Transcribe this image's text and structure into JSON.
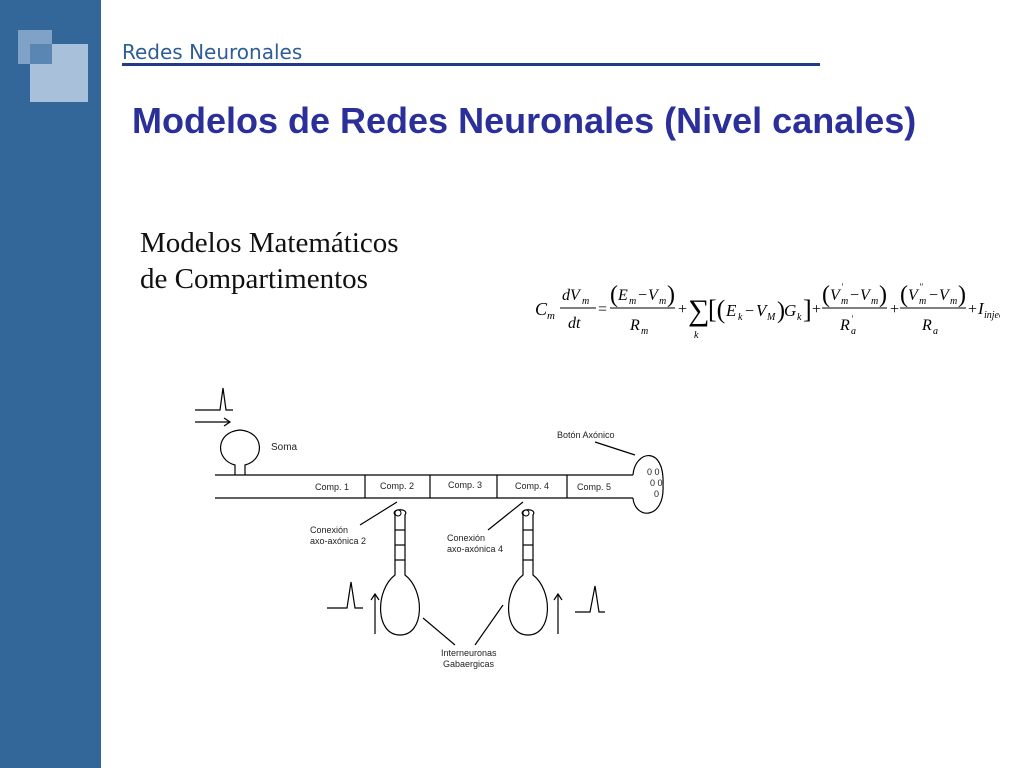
{
  "header": {
    "section_label": "Redes Neuronales",
    "title": "Modelos de Redes Neuronales (Nivel canales)"
  },
  "content": {
    "subtitle_line1": "Modelos Matemáticos",
    "subtitle_line2": "de Compartimentos"
  },
  "equation": {
    "text": "C_m dV_m/dt = (E_m − V_m)/R_m + Σ_k [(E_k − V_M) G_k] + (V'_m − V_m)/R'_a + (V''_m − V_m)/R_a + I_inject"
  },
  "diagram": {
    "soma_label": "Soma",
    "boton_label": "Botón Axónico",
    "compartments": [
      "Comp. 1",
      "Comp. 2",
      "Comp. 3",
      "Comp. 4",
      "Comp. 5"
    ],
    "conexion2_line1": "Conexión",
    "conexion2_line2": "axo-axónica 2",
    "conexion4_line1": "Conexión",
    "conexion4_line2": "axo-axónica 4",
    "interneuronas_line1": "Interneuronas",
    "interneuronas_line2": "Gabaergicas"
  },
  "colors": {
    "sidebar": "#336699",
    "title": "#2a2f9a",
    "rule": "#233a8b"
  }
}
